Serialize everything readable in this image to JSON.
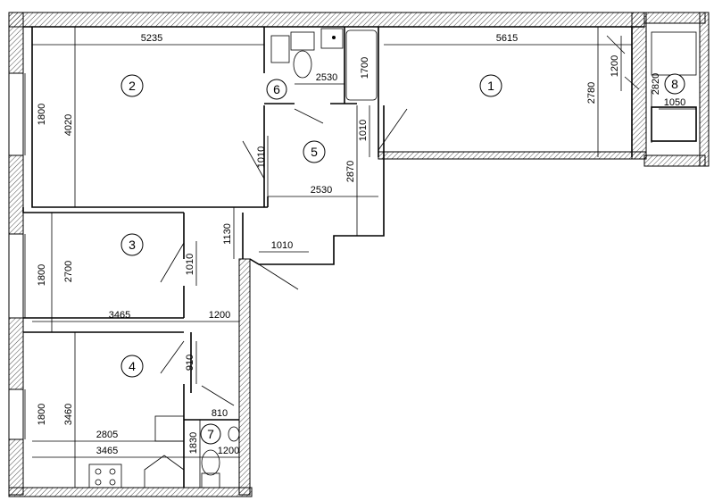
{
  "rooms": [
    {
      "number": "1"
    },
    {
      "number": "2"
    },
    {
      "number": "3"
    },
    {
      "number": "4"
    },
    {
      "number": "5"
    },
    {
      "number": "6"
    },
    {
      "number": "7"
    },
    {
      "number": "8"
    }
  ],
  "dimensions": {
    "d5235": "5235",
    "d4020": "4020",
    "d1800a": "1800",
    "d5615": "5615",
    "d2780": "2780",
    "d1200a": "1200",
    "d2530a": "2530",
    "d1700": "1700",
    "d1010a": "1010",
    "d1010b": "1010",
    "d2870": "2870",
    "d2530b": "2530",
    "d1130": "1130",
    "d1010c": "1010",
    "d2700": "2700",
    "d1800b": "1800",
    "d1010d": "1010",
    "d3465a": "3465",
    "d1200b": "1200",
    "d910": "910",
    "d1800c": "1800",
    "d3460": "3460",
    "d810": "810",
    "d2805": "2805",
    "d3465b": "3465",
    "d1830": "1830",
    "d1200c": "1200",
    "d2820": "2820",
    "d1050": "1050"
  }
}
